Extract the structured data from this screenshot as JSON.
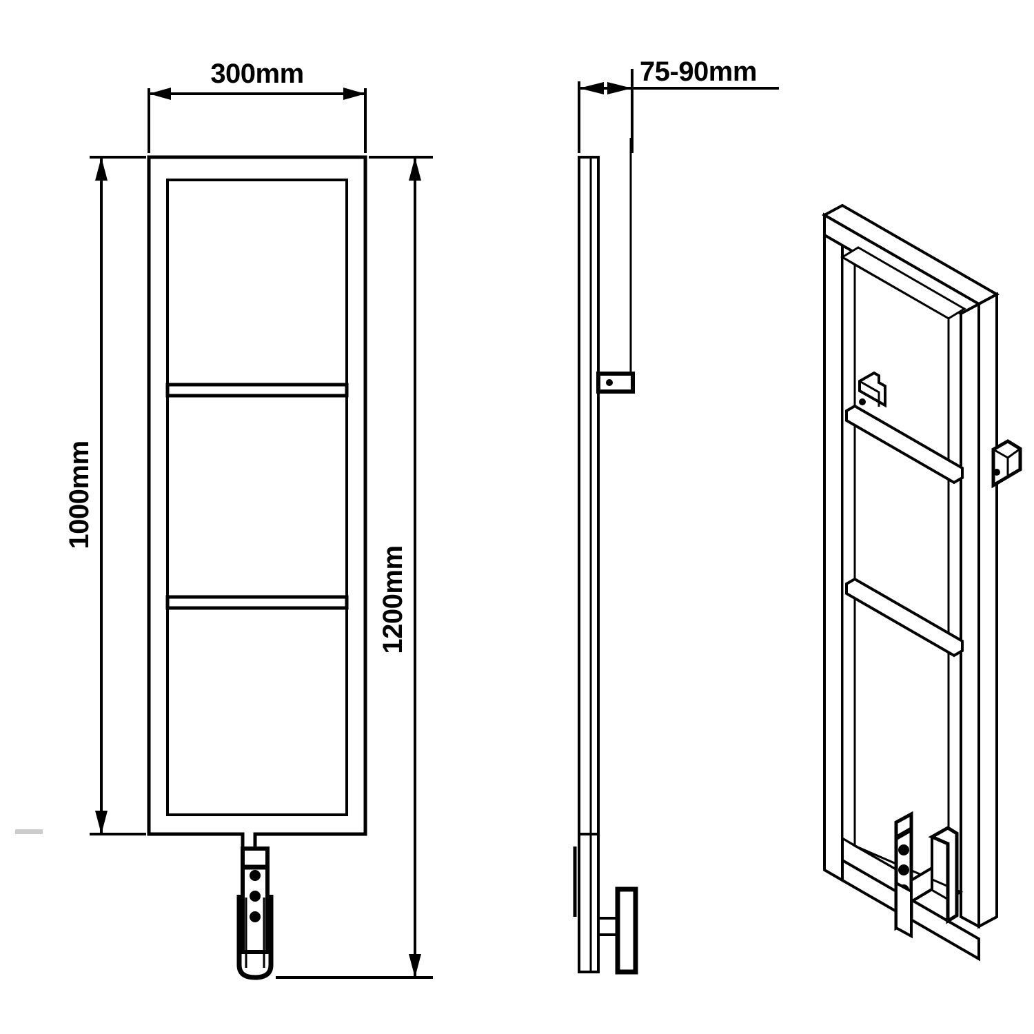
{
  "drawing": {
    "type": "technical-drawing",
    "subject": "Wall mounted towel rail / radiator panel",
    "units": "mm",
    "line_color": "#000000",
    "background_color": "#ffffff",
    "faint_mark_color": "#cccccc"
  },
  "dimensions": {
    "width": {
      "label": "300mm",
      "value": 300,
      "orientation": "horizontal",
      "view": "front"
    },
    "depth": {
      "label": "75-90mm",
      "value_min": 75,
      "value_max": 90,
      "orientation": "horizontal",
      "view": "side"
    },
    "panel_height": {
      "label": "1000mm",
      "value": 1000,
      "orientation": "vertical-rotated",
      "view": "front"
    },
    "overall_height": {
      "label": "1200mm",
      "value": 1200,
      "orientation": "vertical-rotated",
      "view": "front"
    }
  },
  "views": {
    "front": {
      "name": "Front elevation",
      "features": [
        "outer-frame",
        "inner-panel",
        "crossbar-upper",
        "crossbar-lower",
        "bottom-connector",
        "connector-cover"
      ],
      "screw_hole_count": 3
    },
    "side": {
      "name": "Side elevation",
      "features": [
        "profile-bar",
        "wall-bracket",
        "bracket-hole",
        "bottom-connector",
        "valve-body"
      ],
      "bracket_hole_count": 1
    },
    "isometric": {
      "name": "Isometric view",
      "features": [
        "outer-frame-3d",
        "inner-panel-3d",
        "crossbar-upper-3d",
        "crossbar-lower-3d",
        "wall-bracket-left",
        "wall-bracket-right",
        "bottom-connector-3d"
      ],
      "screw_hole_count": 3,
      "bracket_count": 2
    }
  }
}
